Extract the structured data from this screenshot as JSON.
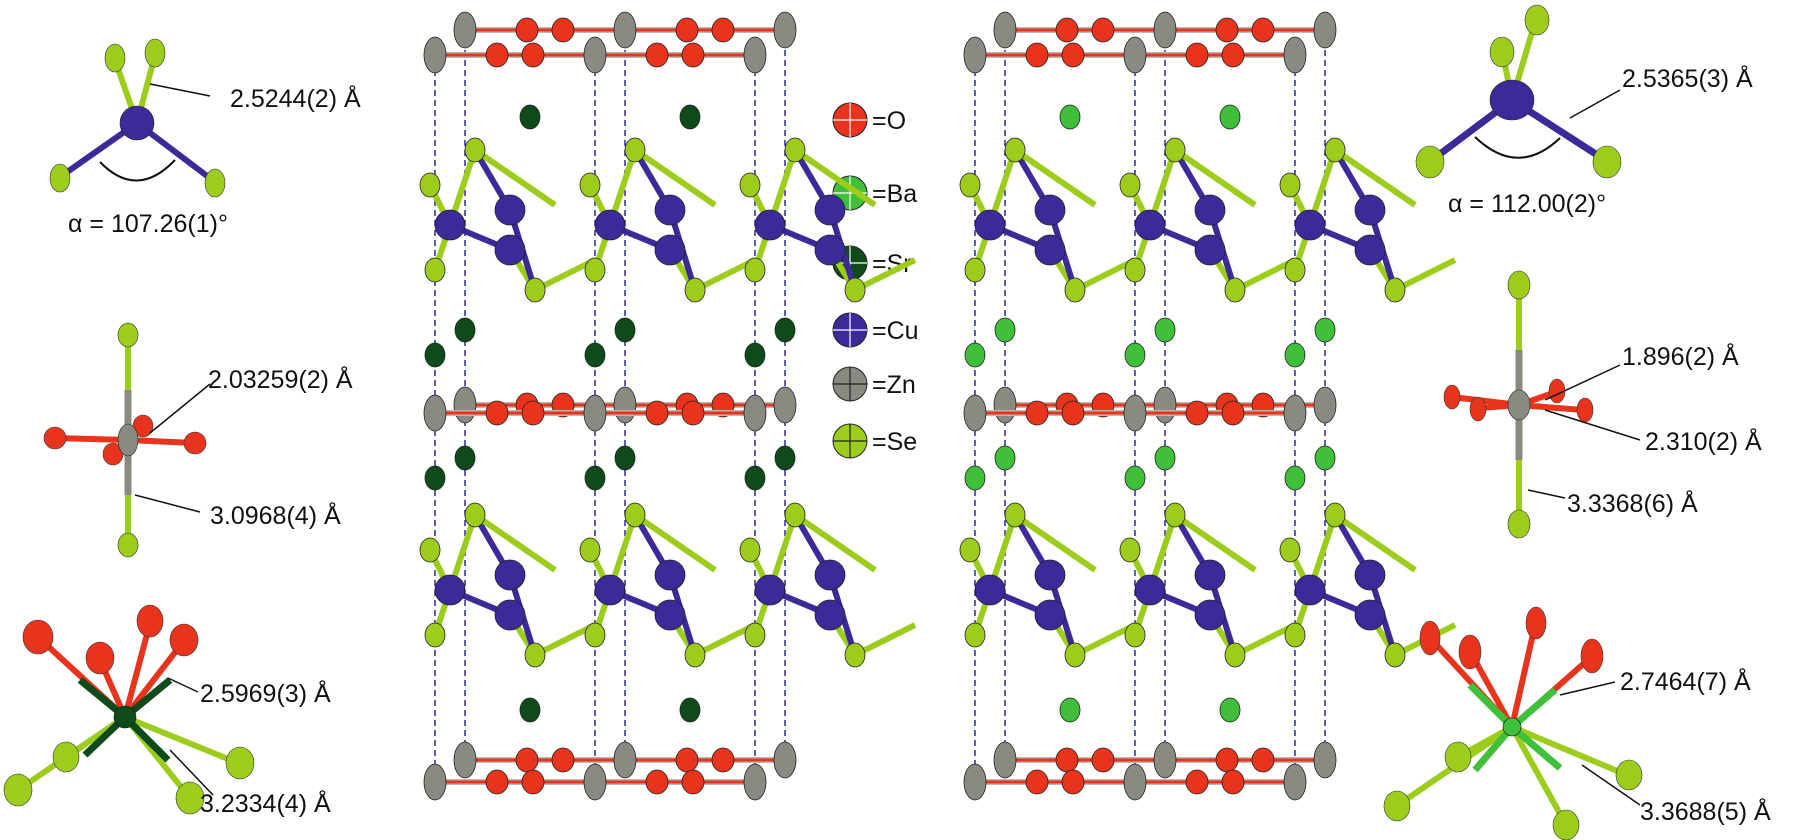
{
  "colors": {
    "O": "#e8341c",
    "Ba": "#3fbf3a",
    "Sr": "#0f4a1a",
    "Cu": "#3b2a9a",
    "Zn": "#8a8a82",
    "Se": "#9ccc1c",
    "cell": "#2a2a9a"
  },
  "legend": [
    {
      "label": "=O",
      "element": "O"
    },
    {
      "label": "=Ba",
      "element": "Ba"
    },
    {
      "label": "=Sr",
      "element": "Sr"
    },
    {
      "label": "=Cu",
      "element": "Cu"
    },
    {
      "label": "=Zn",
      "element": "Zn"
    },
    {
      "label": "=Se",
      "element": "Se"
    }
  ],
  "left_panels": {
    "cu_bond": "2.5244(2) Å",
    "cu_angle": "α = 107.26(1)°",
    "zn_bond_o": "2.03259(2) Å",
    "zn_bond_se": "3.0968(4) Å",
    "sr_bond_o": "2.5969(3) Å",
    "sr_bond_se": "3.2334(4) Å"
  },
  "right_panels": {
    "cu_bond": "2.5365(3) Å",
    "cu_angle": "α = 112.00(2)°",
    "zn_bond_o_short": "1.896(2) Å",
    "zn_bond_o_long": "2.310(2) Å",
    "zn_bond_se": "3.3368(6) Å",
    "ba_bond_o": "2.7464(7) Å",
    "ba_bond_se": "3.3688(5) Å"
  }
}
